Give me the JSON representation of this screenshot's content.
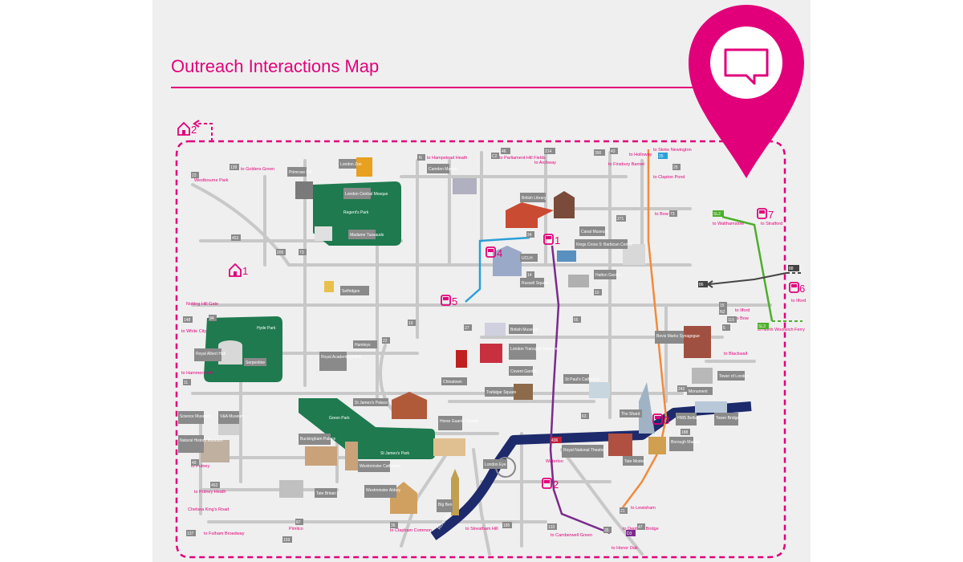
{
  "title": "Outreach Interactions Map",
  "colors": {
    "brand": "#e2007a",
    "park": "#1f7a4f",
    "river": "#1d2a6b",
    "route_blue": "#2b9fd8",
    "route_purple": "#7b2a8c",
    "route_orange": "#f28a3c",
    "route_green": "#4caf2a"
  },
  "pin_icon": "speech-bubble-icon",
  "markers": [
    {
      "icon": "house-icon",
      "label": "2"
    },
    {
      "icon": "house-icon",
      "label": "1"
    },
    {
      "icon": "bus-stop-icon",
      "label": "1"
    },
    {
      "icon": "bus-stop-icon",
      "label": "2"
    },
    {
      "icon": "bus-stop-icon",
      "label": "3"
    },
    {
      "icon": "bus-stop-icon",
      "label": "4"
    },
    {
      "icon": "bus-stop-icon",
      "label": "5"
    },
    {
      "icon": "bus-stop-icon",
      "label": "6"
    },
    {
      "icon": "bus-stop-icon",
      "label": "7"
    }
  ],
  "parks": {
    "regents": "Regent's Park",
    "hyde": "Hyde Park",
    "green": "Green Park",
    "st_james": "St James's Park",
    "river": "River Thames"
  },
  "places": [
    "London Zoo",
    "Primrose Hill",
    "London Central Mosque",
    "Madame Tussauds",
    "Camden Market",
    "British Library",
    "Canal Museum",
    "Kings Cross Station",
    "Barbican Centre",
    "UCLH",
    "Russell Square",
    "Hatton Garden",
    "Selfridges",
    "British Museum",
    "London Transport Museum",
    "Covent Garden",
    "Chinatown",
    "Hamleys",
    "Royal Academy of Arts",
    "Trafalgar Square",
    "St James's Palace",
    "Buckingham Palace",
    "Westminster Cathedral",
    "Westminster Abbey",
    "Big Ben",
    "Tate Britain",
    "London Eye",
    "Horse Guards Parade",
    "St Paul's Cathedral",
    "Tower of London",
    "Monument",
    "The Shard",
    "HMS Belfast",
    "Tower Bridge",
    "Borough Market",
    "Tate Modern",
    "Royal National Theatre",
    "Waterloo",
    "Bevis Marks Synagogue",
    "Royal Albert Hall",
    "Serpentine",
    "Science Museum",
    "V&A Museum",
    "Natural History Museum"
  ],
  "destinations": [
    "to Golders Green",
    "Westbourne Park",
    "to Hampstead Heath",
    "to Parliament Hill Fields",
    "to Archway",
    "to Finsbury Barnet",
    "to Holloway",
    "to Stoke Newington",
    "to Clapton Pond",
    "to Bow",
    "to Walthamstow",
    "to Stratford",
    "to Ilford",
    "to Ilford",
    "to Bow",
    "to North Woolwich Ferry",
    "to Blackwall",
    "Notting Hill Gate",
    "to White City",
    "to Hammersmith",
    "to Putney",
    "to Putney Heath",
    "Chelsea King's Road",
    "to Fulham Broadway",
    "Pimlico",
    "to Clapham Common",
    "to Streatham Hill",
    "to Camberwell Green",
    "to Deptford Bridge",
    "to Honor Oak",
    "to Lewisham"
  ],
  "bus_routes": [
    "139",
    "23",
    "N",
    "C2",
    "46",
    "214",
    "390",
    "43",
    "271",
    "73",
    "73",
    "205",
    "453",
    "24",
    "14",
    "10",
    "94",
    "148",
    "N2",
    "11",
    "19",
    "22",
    "27",
    "49",
    "452",
    "137",
    "87",
    "159",
    "36",
    "185",
    "133",
    "35",
    "47",
    "21",
    "188",
    "63",
    "242",
    "55",
    "25",
    "115",
    "5",
    "D3",
    "86",
    "25",
    "15",
    "SL2",
    "SL3",
    "88",
    "436"
  ]
}
